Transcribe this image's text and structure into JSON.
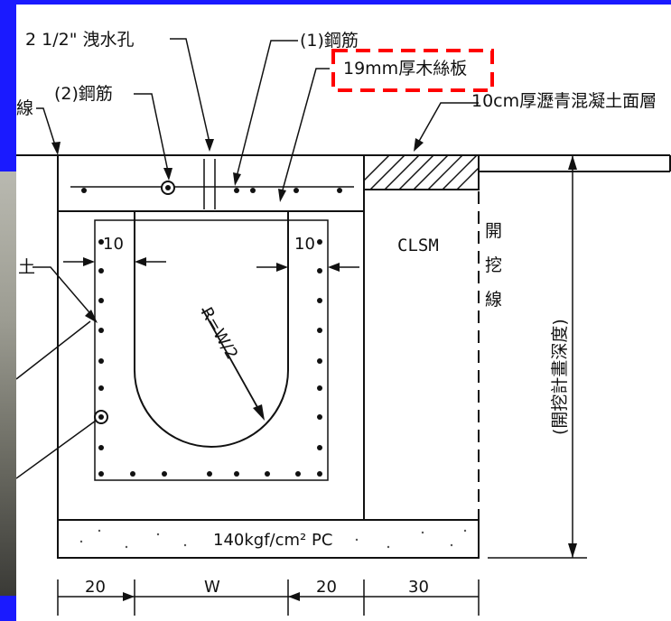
{
  "labels": {
    "drain_hole": "2 1/2\" 洩水孔",
    "rebar_1": "(1)鋼筋",
    "rebar_2": "(2)鋼筋",
    "wood_board": "19mm厚木絲板",
    "asphalt_layer": "10cm厚瀝青混凝土面層",
    "left_edge_line": "線",
    "left_edge_soil": "土",
    "clsm": "CLSM",
    "excavation_line": [
      "開",
      "挖",
      "線"
    ],
    "excavation_depth": "(開挖計畫深度)",
    "radius": "R=W/2",
    "cover_left": "10",
    "cover_right": "10",
    "concrete_base": "140kgf/cm² PC",
    "dimensions": [
      "20",
      "W",
      "20",
      "30"
    ]
  },
  "colors": {
    "background": "#1a1aff",
    "highlight_box": "#ff0000",
    "line": "#111111"
  }
}
